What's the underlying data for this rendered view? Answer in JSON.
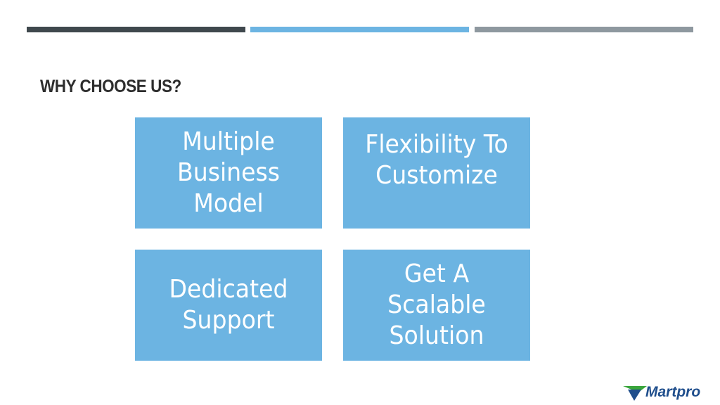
{
  "title": "WHY CHOOSE US?",
  "features": [
    {
      "label": "Multiple\nBusiness\nModel"
    },
    {
      "label": "Flexibility To\nCustomize"
    },
    {
      "label": "Dedicated\nSupport"
    },
    {
      "label": "Get A\nScalable\nSolution"
    }
  ],
  "logo": {
    "text": "Martpro"
  },
  "colors": {
    "bar_dark": "#3f484d",
    "bar_blue": "#6cb4e2",
    "bar_gray": "#8e989f",
    "box_fill": "#6cb4e2",
    "box_text": "#ffffff",
    "title_text": "#2d2d2d",
    "logo_blue": "#1f4e8c",
    "logo_green": "#3aa63c"
  }
}
